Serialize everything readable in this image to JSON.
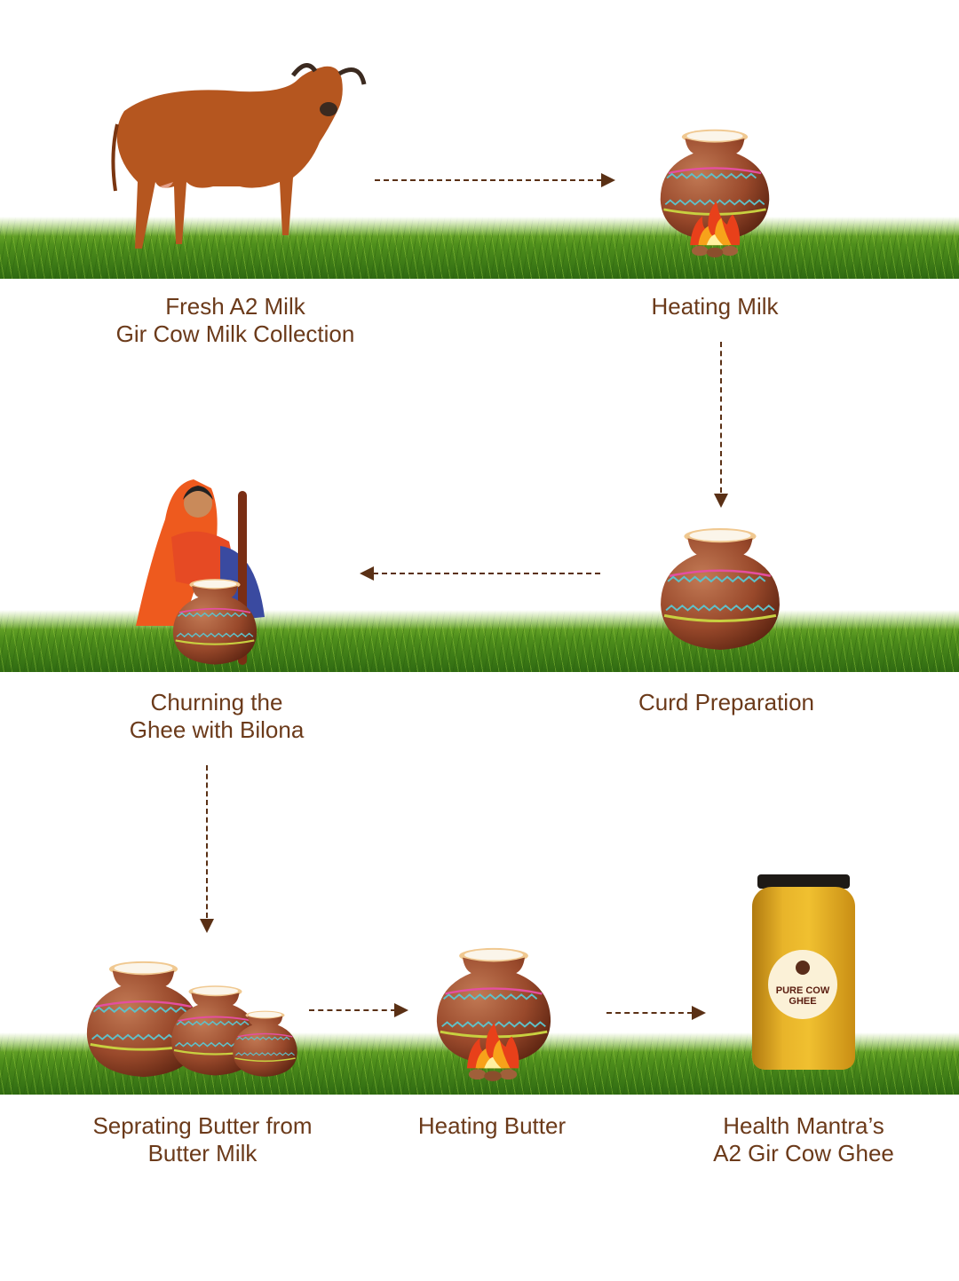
{
  "steps": [
    {
      "line1": "Fresh A2 Milk",
      "line2": "Gir Cow Milk Collection"
    },
    {
      "line1": "Heating Milk"
    },
    {
      "line1": "Curd Preparation"
    },
    {
      "line1": "Churning the",
      "line2": "Ghee with Bilona"
    },
    {
      "line1": "Seprating Butter from",
      "line2": "Butter Milk"
    },
    {
      "line1": "Heating Butter"
    },
    {
      "line1": "Health Mantra’s",
      "line2": "A2 Gir Cow Ghee"
    }
  ],
  "jar": {
    "label_line1": "PURE COW",
    "label_line2": "GHEE"
  },
  "colors": {
    "text": "#6b3a1a",
    "arrow": "#5a3015",
    "pot": "#9a4a2c",
    "grass": "#4f8f1c",
    "ghee": "#e0a81c"
  }
}
